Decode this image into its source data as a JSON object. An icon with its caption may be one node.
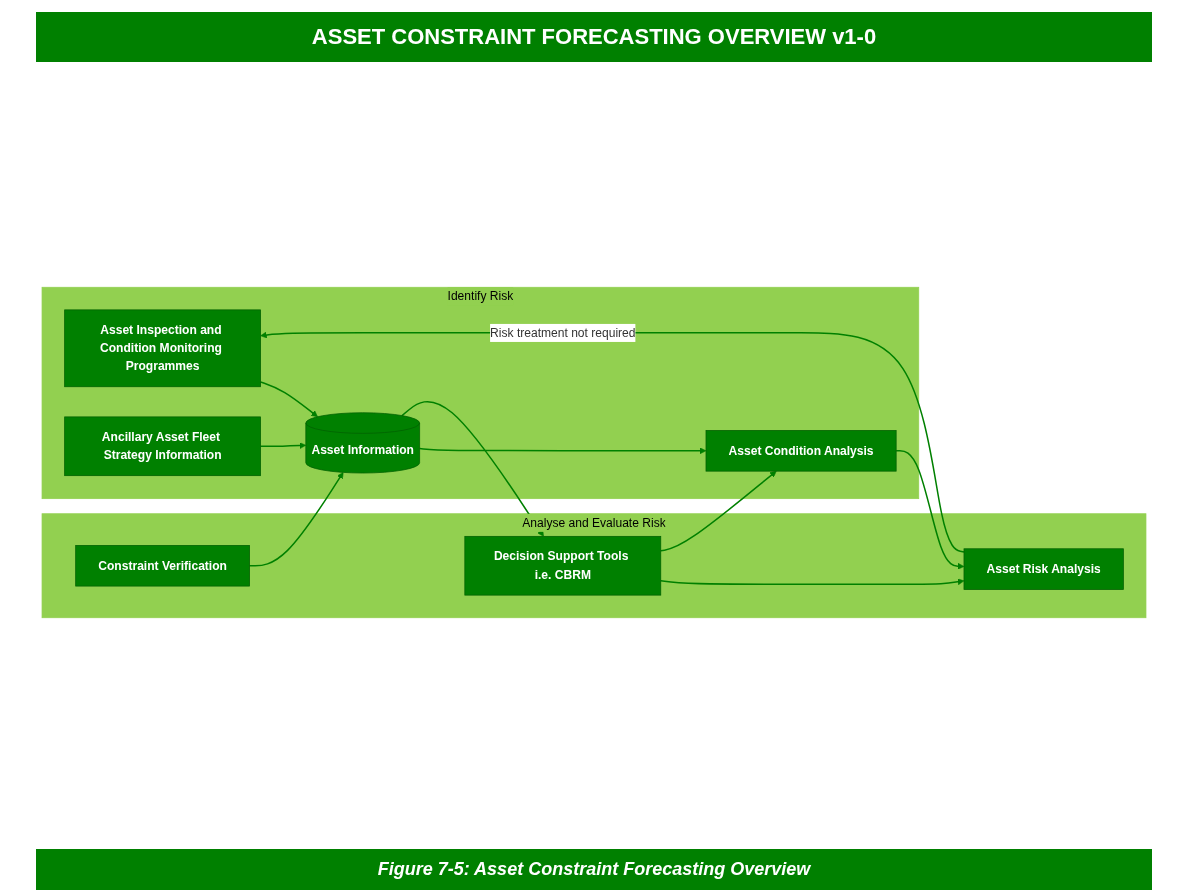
{
  "diagram": {
    "title": "ASSET CONSTRAINT FORECASTING OVERVIEW v1-0",
    "caption": "Figure 7-5: Asset Constraint Forecasting Overview",
    "nodes": [
      {
        "text": [
          "Identify Risk"
        ]
      },
      {
        "text": [
          "Asset Inspection and Condition Monitoring Programmes"
        ],
        "in": 0
      },
      {
        "text": [
          "Asset Information"
        ],
        "in": 0
      },
      {
        "text": [
          "Ancillary Asset Fleet Strategy Information"
        ],
        "in": 0
      },
      {
        "text": [
          "Asset Condition Analysis"
        ],
        "in": 0
      },
      {
        "text": [
          "Analyse and Evaluate Risk"
        ]
      },
      {
        "text": [
          "Asset Risk Analysis"
        ],
        "in": 5
      },
      {
        "text": [
          "Decision Support Tools i.e. CBRM"
        ],
        "in": 5
      },
      {
        "text": [
          "Constraint Verification"
        ],
        "in": 5
      }
    ],
    "edges": [
      {
        "from": 1,
        "to": 2,
        "arrow": "to"
      },
      {
        "from": 3,
        "to": 2,
        "arrow": "to"
      },
      {
        "from": 2,
        "to": 4,
        "arrow": "to"
      },
      {
        "from": 4,
        "to": 6,
        "arrow": "to"
      },
      {
        "from": 6,
        "to": 1,
        "arrow": "to",
        "label": "Risk treatment not required"
      },
      {
        "from": 7,
        "to": 6,
        "arrow": "to"
      },
      {
        "from": 7,
        "to": 4,
        "arrow": "to"
      },
      {
        "from": 2,
        "to": 7,
        "arrow": "to"
      },
      {
        "from": 8,
        "to": 2,
        "arrow": "to"
      }
    ]
  }
}
